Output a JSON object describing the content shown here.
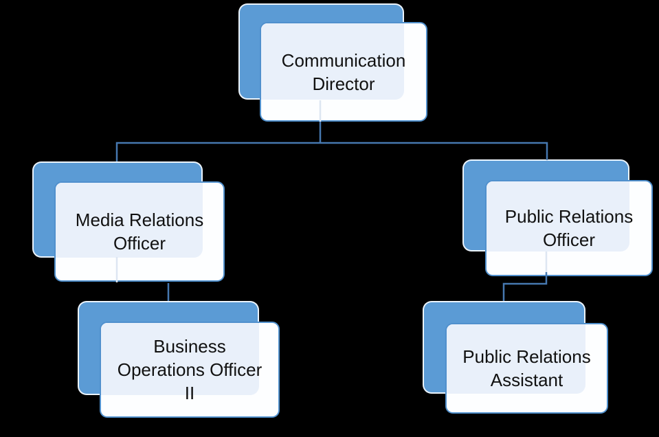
{
  "diagram": {
    "type": "org-chart",
    "nodes": {
      "cd": {
        "label": "Communication Director",
        "lines": [
          "Communication",
          "Director"
        ]
      },
      "mro": {
        "label": "Media Relations Officer",
        "lines": [
          "Media Relations",
          "Officer"
        ]
      },
      "pro": {
        "label": "Public Relations Officer",
        "lines": [
          "Public Relations",
          "Officer"
        ]
      },
      "boo": {
        "label": "Business Operations Officer II",
        "lines": [
          "Business",
          "Operations Officer",
          "II"
        ]
      },
      "pra": {
        "label": "Public Relations Assistant",
        "lines": [
          "Public Relations",
          "Assistant"
        ]
      }
    },
    "edges": [
      {
        "from": "Communication Director",
        "to": "Media Relations Officer"
      },
      {
        "from": "Communication Director",
        "to": "Public Relations Officer"
      },
      {
        "from": "Media Relations Officer",
        "to": "Business Operations Officer II"
      },
      {
        "from": "Public Relations Officer",
        "to": "Public Relations Assistant"
      }
    ],
    "colors": {
      "node_fill": "#5b9bd5",
      "node_outline": "#f9fcff",
      "card_fill": "#fdfeff",
      "card_tint": "#e9f0fa",
      "card_border": "#5090cd",
      "connector": "#4678b0",
      "connector_faint": "#dde6f2",
      "text": "#111111",
      "background": "#000000"
    }
  }
}
